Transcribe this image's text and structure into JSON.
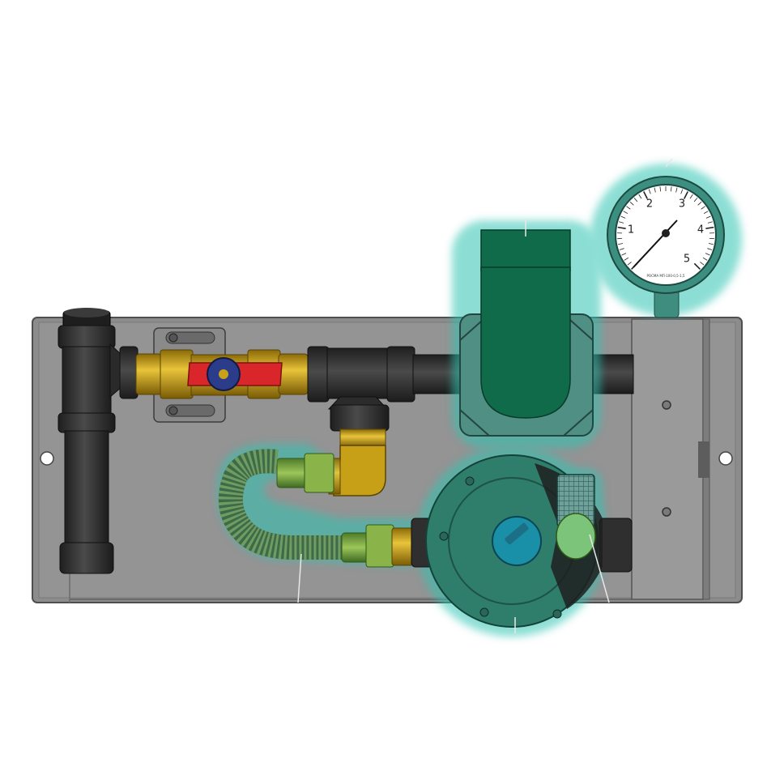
{
  "gauge": {
    "scale_labels": [
      "1",
      "2",
      "3",
      "4",
      "5"
    ],
    "brand_text": "РОСМА МП-100-0,5-1,5"
  },
  "colors": {
    "panel": "#8d8d8d",
    "panel_edge": "#5f5f5f",
    "pipe": "#2e2e2e",
    "brass": "#c9a21a",
    "valve_handle": "#d8262b",
    "valve_knob": "#2a3c8a",
    "highlight": "#2fc4b2",
    "pump_body": "#0f6b4a",
    "hose": "#86b04a",
    "regulator_body": "#2f7d6b",
    "regulator_cap": "#1a8fa8"
  },
  "components": {
    "left_tee": "pipe tee",
    "ball_valve": "ball valve",
    "center_tee": "pipe tee",
    "elbow": "brass elbow",
    "flex_hose": "corrugated flex hose",
    "pump": "circulation pump",
    "pressure_gauge": "pressure gauge",
    "regulator": "pressure regulator",
    "strainer": "mesh strainer"
  }
}
